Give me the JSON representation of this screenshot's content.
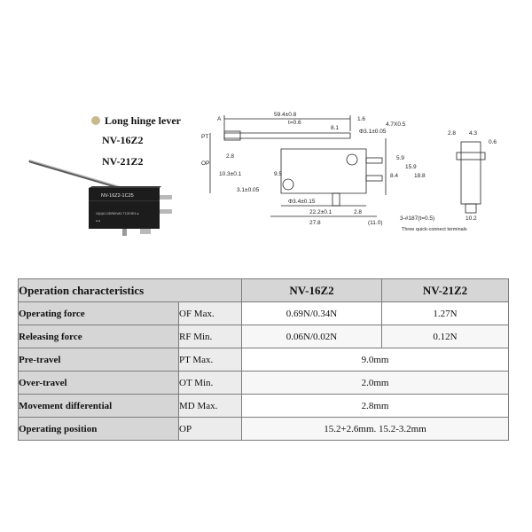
{
  "product": {
    "subtitle": "Long hinge lever",
    "models": [
      "NV-16Z2",
      "NV-21Z2"
    ],
    "bullet_color": "#c9b98f",
    "photo_labels": {
      "model_print": "NV-16Z2-1C25",
      "rating_print": "16(4)A 125/250VAC T125 5E4 ●",
      "brand_print": "● ●"
    }
  },
  "drawing": {
    "dimensions": [
      "59.4±0.8",
      "t=0.6",
      "1.6",
      "8.1",
      "4.7X0.5",
      "Φ3.1±0.05",
      "A",
      "PT",
      "OP",
      "3.1±0.05",
      "10.3±0.1",
      "2.8",
      "9.5",
      "Φ3.4±0.15",
      "22.2±0.1",
      "27.8",
      "2.8",
      "(11.0)",
      "8.4",
      "5.9",
      "15.9",
      "18.8",
      "3-#187(t=0.5)",
      "2.8",
      "4.3",
      "0.6",
      "10.2"
    ],
    "terminal_note": "Three quick-connect terminals"
  },
  "table": {
    "header": {
      "label": "Operation characteristics",
      "model_1": "NV-16Z2",
      "model_2": "NV-21Z2"
    },
    "rows": [
      {
        "label": "Operating force",
        "symbol": "OF Max.",
        "v1": "0.69N/0.34N",
        "v2": "1.27N"
      },
      {
        "label": "Releasing force",
        "symbol": "RF Min.",
        "v1": "0.06N/0.02N",
        "v2": "0.12N"
      },
      {
        "label": "Pre-travel",
        "symbol": "PT Max.",
        "value": "9.0mm"
      },
      {
        "label": "Over-travel",
        "symbol": "OT Min.",
        "value": "2.0mm"
      },
      {
        "label": "Movement differential",
        "symbol": "MD Max.",
        "value": "2.8mm"
      },
      {
        "label": "Operating position",
        "symbol": "OP",
        "value": "15.2+2.6mm. 15.2-3.2mm"
      }
    ]
  }
}
